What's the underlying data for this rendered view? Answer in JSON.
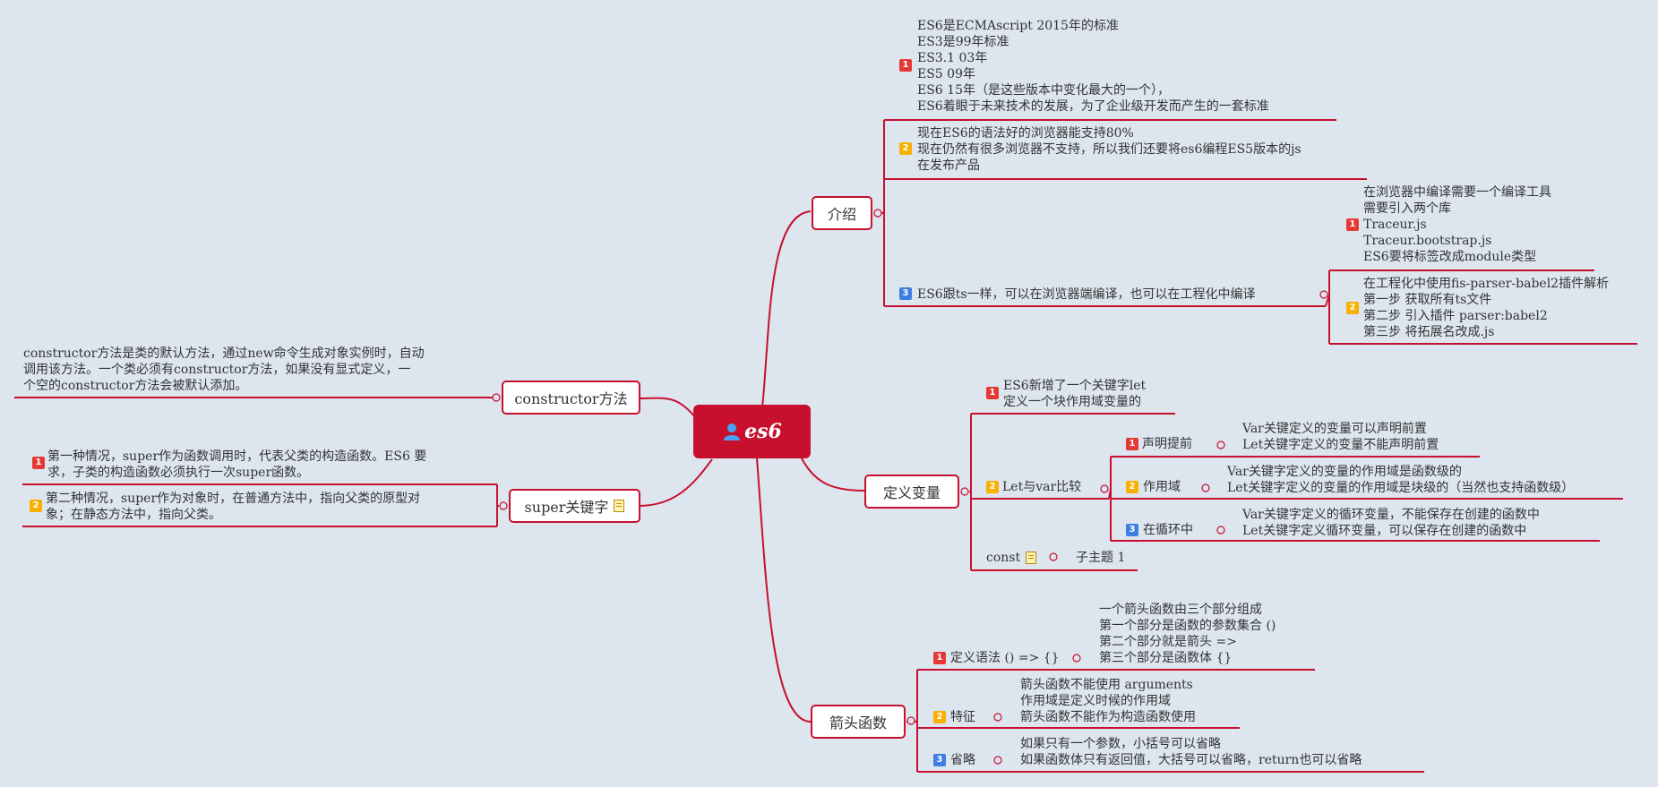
{
  "root": {
    "label": "es6"
  },
  "intro": {
    "label": "介绍",
    "items": [
      {
        "badge": "1",
        "lines": [
          "ES6是ECMAscript 2015年的标准",
          "ES3是99年标准",
          "ES3.1 03年",
          "ES5 09年",
          "ES6 15年（是这些版本中变化最大的一个），",
          "ES6着眼于未来技术的发展，为了企业级开发而产生的一套标准"
        ]
      },
      {
        "badge": "2",
        "lines": [
          "现在ES6的语法好的浏览器能支持80%",
          "现在仍然有很多浏览器不支持，所以我们还要将es6编程ES5版本的js",
          "在发布产品"
        ]
      },
      {
        "badge": "3",
        "label": "ES6跟ts一样，可以在浏览器端编译，也可以在工程化中编译",
        "children": [
          {
            "badge": "1",
            "lines": [
              "在浏览器中编译需要一个编译工具",
              "需要引入两个库",
              "Traceur.js",
              "Traceur.bootstrap.js",
              "ES6要将标签改成module类型"
            ]
          },
          {
            "badge": "2",
            "lines": [
              "在工程化中使用fis-parser-babel2插件解析",
              "第一步 获取所有ts文件",
              "第二步 引入插件 parser:babel2",
              "第三步 将拓展名改成.js"
            ]
          }
        ]
      }
    ]
  },
  "constructor_topic": {
    "label": "constructor方法",
    "note_lines": [
      "constructor方法是类的默认方法，通过new命令生成对象实例时，自动",
      "调用该方法。一个类必须有constructor方法，如果没有显式定义，一",
      "个空的constructor方法会被默认添加。"
    ]
  },
  "super_topic": {
    "label": "super关键字",
    "items": [
      {
        "badge": "1",
        "lines": [
          "第一种情况，super作为函数调用时，代表父类的构造函数。ES6 要",
          "求，子类的构造函数必须执行一次super函数。"
        ]
      },
      {
        "badge": "2",
        "lines": [
          "第二种情况，super作为对象时，在普通方法中，指向父类的原型对",
          "象；在静态方法中，指向父类。"
        ]
      }
    ]
  },
  "define_var": {
    "label": "定义变量",
    "item1": {
      "badge": "1",
      "lines": [
        "ES6新增了一个关键字let",
        "定义一个块作用域变量的"
      ]
    },
    "compare": {
      "badge": "2",
      "label": "Let与var比较",
      "children": [
        {
          "badge": "1",
          "label": "声明提前",
          "lines": [
            "Var关键定义的变量可以声明前置",
            "Let关键字定义的变量不能声明前置"
          ]
        },
        {
          "badge": "2",
          "label": "作用域",
          "lines": [
            "Var关键字定义的变量的作用域是函数级的",
            "Let关键字定义的变量的作用域是块级的（当然也支持函数级）"
          ]
        },
        {
          "badge": "3",
          "label": "在循环中",
          "lines": [
            "Var关键字定义的循环变量，不能保存在创建的函数中",
            "Let关键字定义循环变量，可以保存在创建的函数中"
          ]
        }
      ]
    },
    "const": {
      "label": "const",
      "child": "子主题 1"
    }
  },
  "arrow": {
    "label": "箭头函数",
    "items": [
      {
        "badge": "1",
        "label": "定义语法 () => {}",
        "lines": [
          "一个箭头函数由三个部分组成",
          "第一个部分是函数的参数集合 ()",
          "第二个部分就是箭头 =>",
          "第三个部分是函数体 {}"
        ]
      },
      {
        "badge": "2",
        "label": "特征",
        "lines": [
          "箭头函数不能使用 arguments",
          "作用域是定义时候的作用域",
          "箭头函数不能作为构造函数使用"
        ]
      },
      {
        "badge": "3",
        "label": "省略",
        "lines": [
          "如果只有一个参数，小括号可以省略",
          "如果函数体只有返回值，大括号可以省略，return也可以省略"
        ]
      }
    ]
  },
  "colors": {
    "line": "#c8102e",
    "background": "#dde5ef",
    "root": "#c8102e"
  }
}
